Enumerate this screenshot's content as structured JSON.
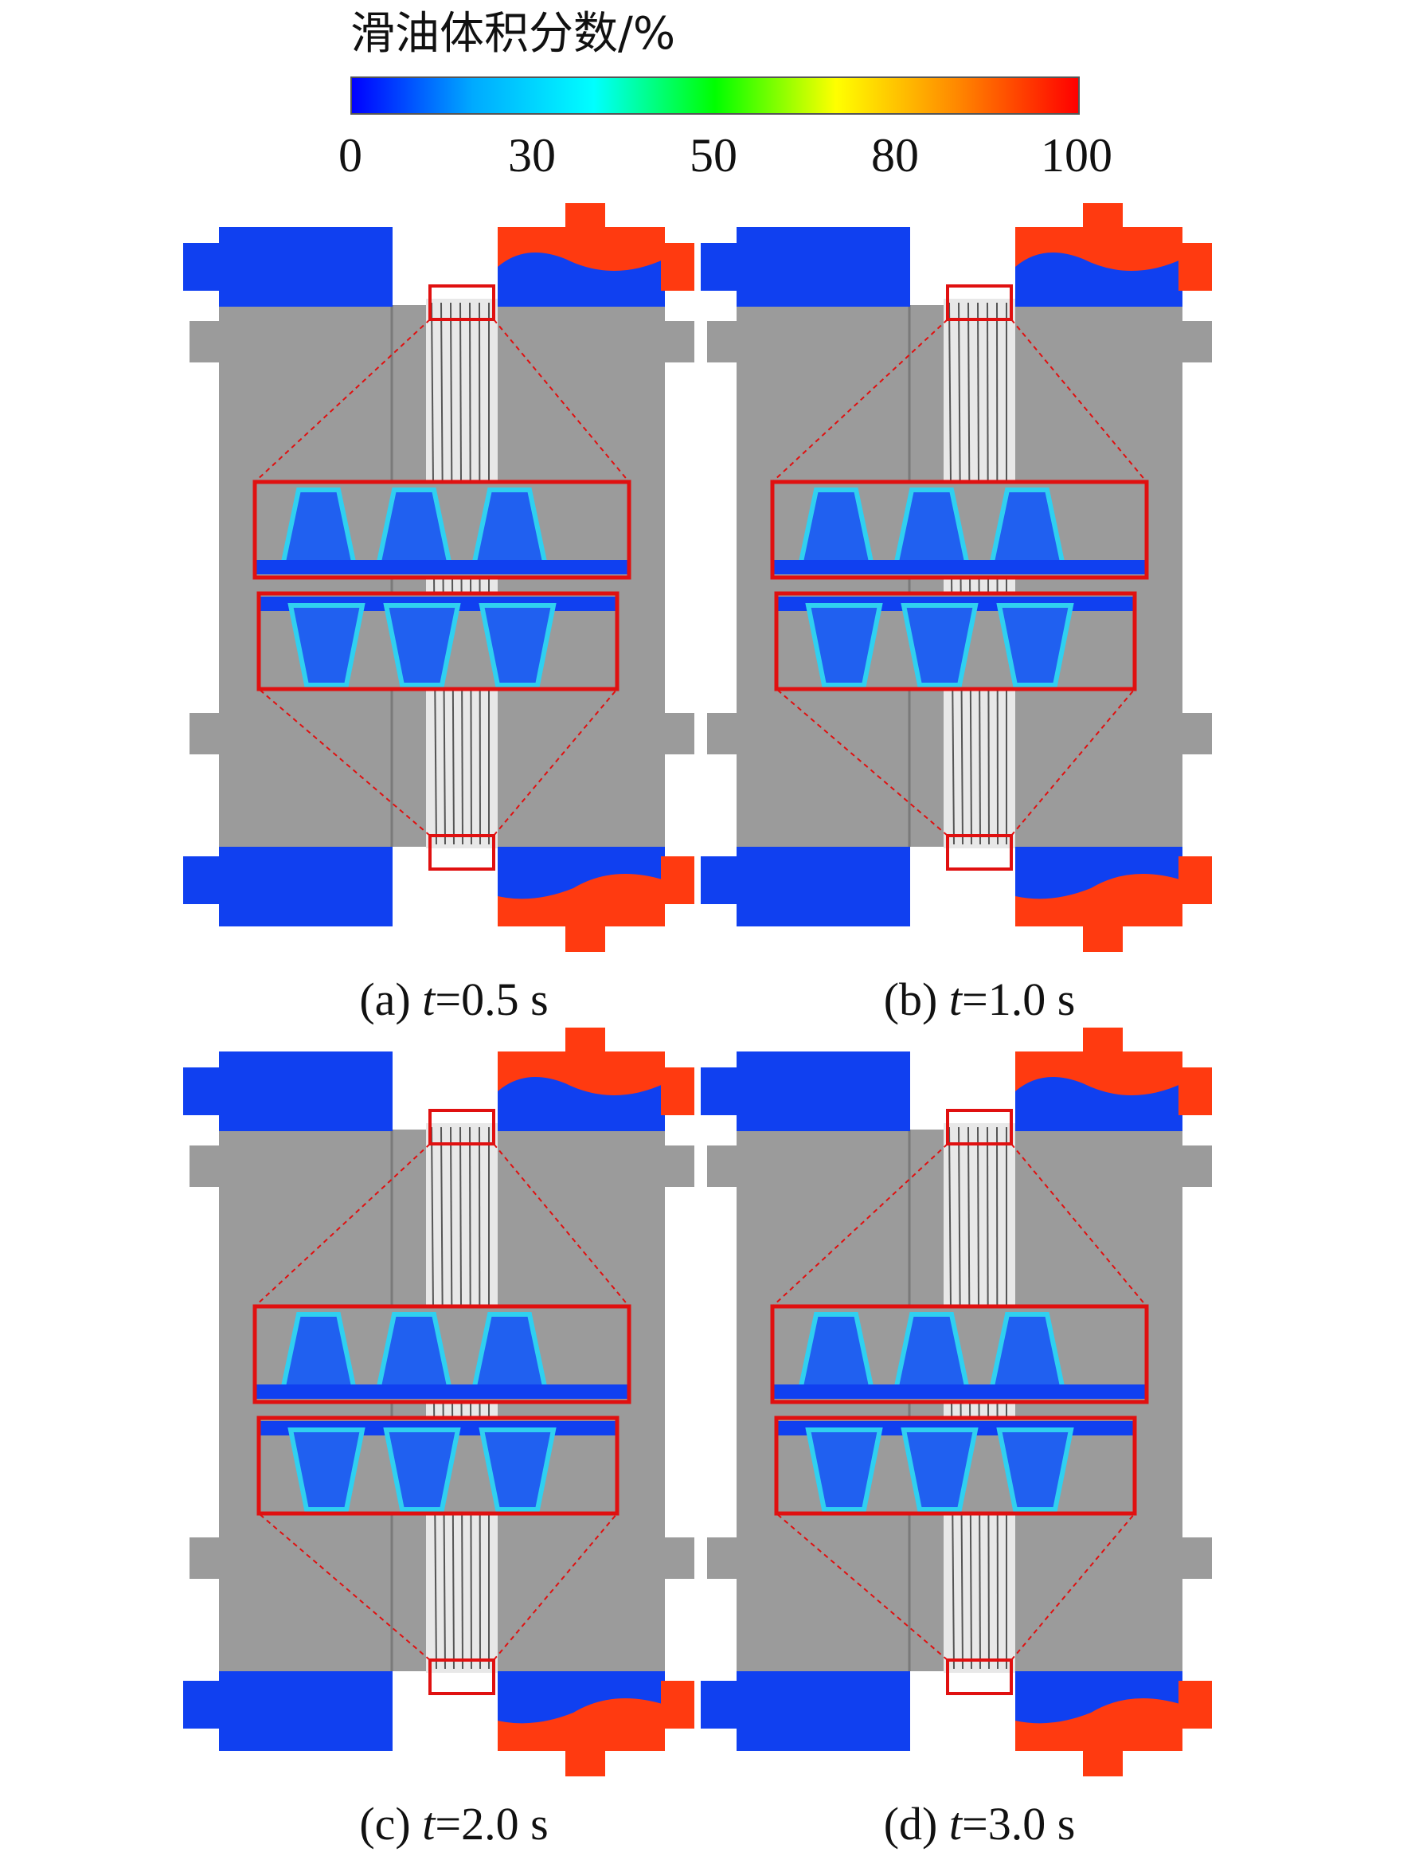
{
  "legend": {
    "title": "滑油体积分数/%",
    "ticks": [
      "0",
      "30",
      "50",
      "80",
      "100"
    ],
    "tick_values": [
      0,
      30,
      50,
      80,
      100
    ],
    "colors": [
      "#0000ff",
      "#00aaff",
      "#00ffff",
      "#00ff00",
      "#ffff00",
      "#ff8800",
      "#ff0000"
    ]
  },
  "panels": [
    {
      "label": "(a)",
      "var": "t",
      "value": "=0.5 s"
    },
    {
      "label": "(b)",
      "var": "t",
      "value": "=1.0 s"
    },
    {
      "label": "(c)",
      "var": "t",
      "value": "=2.0 s"
    },
    {
      "label": "(d)",
      "var": "t",
      "value": "=3.0 s"
    }
  ],
  "colors": {
    "body_gray": "#9b9b9b",
    "oil_blue": "#1040f0",
    "oil_red": "#ff3a10",
    "highlight_red": "#e01010"
  }
}
